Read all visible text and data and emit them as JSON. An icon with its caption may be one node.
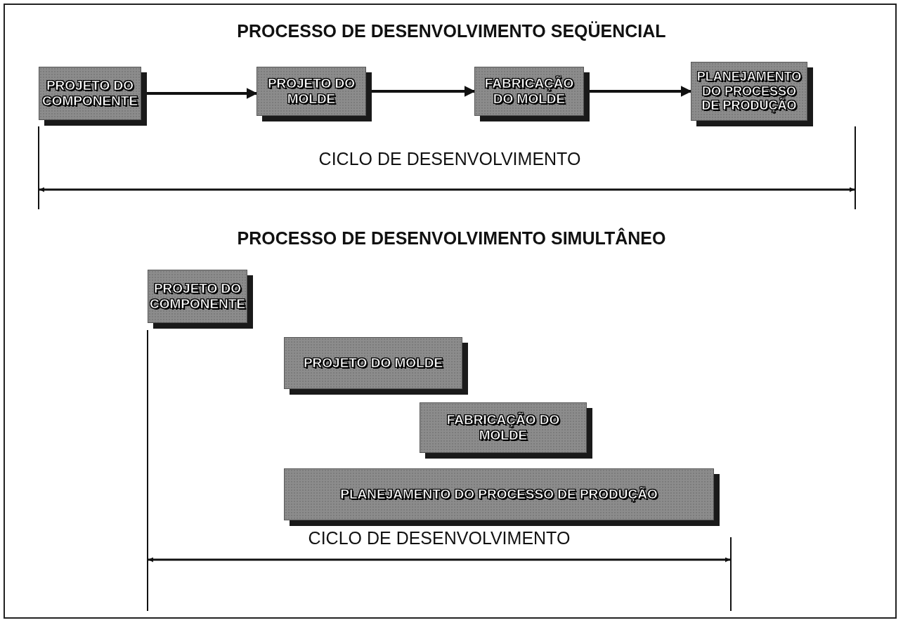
{
  "diagram": {
    "nodes": [
      {
        "text": [
          "PROJETO DO COMPONENTE"
        ]
      },
      {
        "text": [
          "PROJETO DO MOLDE"
        ]
      },
      {
        "text": [
          "FABRICAÇÃO DO MOLDE"
        ]
      },
      {
        "text": [
          "PLANEJAMENTO DO PROCESSO DE PRODUÇÃO"
        ]
      },
      {
        "text": [
          "PROJETO DO COMPONENTE"
        ]
      },
      {
        "text": [
          "PROJETO DO MOLDE"
        ]
      },
      {
        "text": [
          "FABRICAÇÃO DO MOLDE"
        ]
      },
      {
        "text": [
          "PLANEJAMENTO DO PROCESSO DE PRODUÇÃO"
        ]
      }
    ],
    "edges": [
      {
        "from": 0,
        "to": 1,
        "arrow": "to"
      },
      {
        "from": 1,
        "to": 2,
        "arrow": "to"
      },
      {
        "from": 2,
        "to": 3,
        "arrow": "to"
      }
    ],
    "labels": [
      "PROCESSO DE DESENVOLVIMENTO SEQÜENCIAL",
      "CICLO DE DESENVOLVIMENTO",
      "PROCESSO DE DESENVOLVIMENTO SIMULTÂNEO",
      "CICLO DE DESENVOLVIMENTO"
    ]
  }
}
